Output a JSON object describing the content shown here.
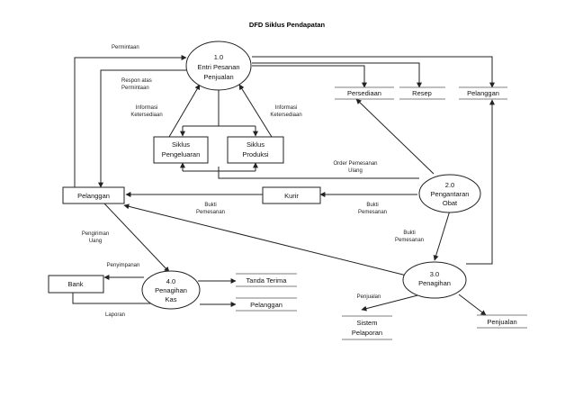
{
  "title": "DFD Siklus Pendapatan",
  "processes": {
    "p1": {
      "number": "1.0",
      "line1": "Entri Pesanan",
      "line2": "Penjualan"
    },
    "p2": {
      "number": "2.0",
      "line1": "Pengantaran",
      "line2": "Obat"
    },
    "p3": {
      "number": "3.0",
      "line1": "Penagihan",
      "line2": ""
    },
    "p4": {
      "number": "4.0",
      "line1": "Penagihan",
      "line2": "Kas"
    }
  },
  "entities": {
    "pelanggan": "Pelanggan",
    "kurir": "Kurir",
    "bank": "Bank",
    "siklus_pengeluaran": [
      "Siklus",
      "Pengeluaran"
    ],
    "siklus_produksi": [
      "Siklus",
      "Produksi"
    ]
  },
  "stores": {
    "persediaan": "Persediaan",
    "resep": "Resep",
    "pelanggan": "Pelanggan",
    "tanda_terima": "Tanda Terima",
    "pelanggan2": "Pelanggan",
    "sistem_pelaporan": [
      "Sistem",
      "Pelaporan"
    ],
    "penjualan": "Penjualan"
  },
  "flows": {
    "permintaan": "Permintaan",
    "respon_1": "Respon atas",
    "respon_2": "Permintaan",
    "info_kiri_1": "Informasi",
    "info_kiri_2": "Ketersediaan",
    "info_kanan_1": "Informasi",
    "info_kanan_2": "Ketersediaan",
    "order_1": "Order Pemesanan",
    "order_2": "Ulang",
    "bukti_kurir_1": "Bukti",
    "bukti_kurir_2": "Pemesanan",
    "bukti_p2_1": "Bukti",
    "bukti_p2_2": "Pemesanan",
    "bukti_p3_1": "Bukti",
    "bukti_p3_2": "Pemesanan",
    "pengiriman_1": "Pengiriman",
    "pengiriman_2": "Uang",
    "penyimpanan": "Penyimpanan",
    "laporan": "Laporan",
    "penjualan": "Penjualan"
  }
}
